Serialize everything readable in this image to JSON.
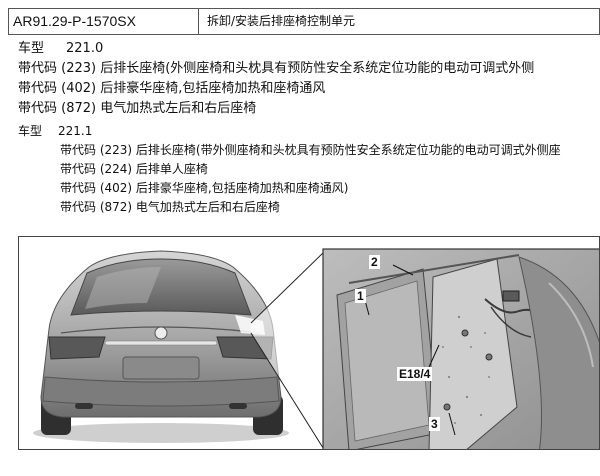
{
  "header": {
    "code": "AR91.29-P-1570SX",
    "title": "拆卸/安装后排座椅控制单元"
  },
  "section1": {
    "model_label": "车型",
    "model_value": "221.0",
    "lines": [
      "带代码 (223) 后排长座椅(外侧座椅和头枕具有预防性安全系统定位功能的电动可调式外侧",
      "带代码 (402) 后排豪华座椅,包括座椅加热和座椅通风",
      "带代码 (872) 电气加热式左后和右后座椅"
    ]
  },
  "section2": {
    "model_label": "车型",
    "model_value": "221.1",
    "lines": [
      "带代码 (223) 后排长座椅(带外侧座椅和头枕具有预防性安全系统定位功能的电动可调式外侧座",
      "带代码 (224) 后排单人座椅",
      "带代码 (402) 后排豪华座椅,包括座椅加热和座椅通风)",
      "带代码 (872) 电气加热式左后和右后座椅"
    ]
  },
  "figure": {
    "callouts": {
      "c1": "1",
      "c2": "2",
      "c3": "3",
      "e184": "E18/4"
    }
  }
}
